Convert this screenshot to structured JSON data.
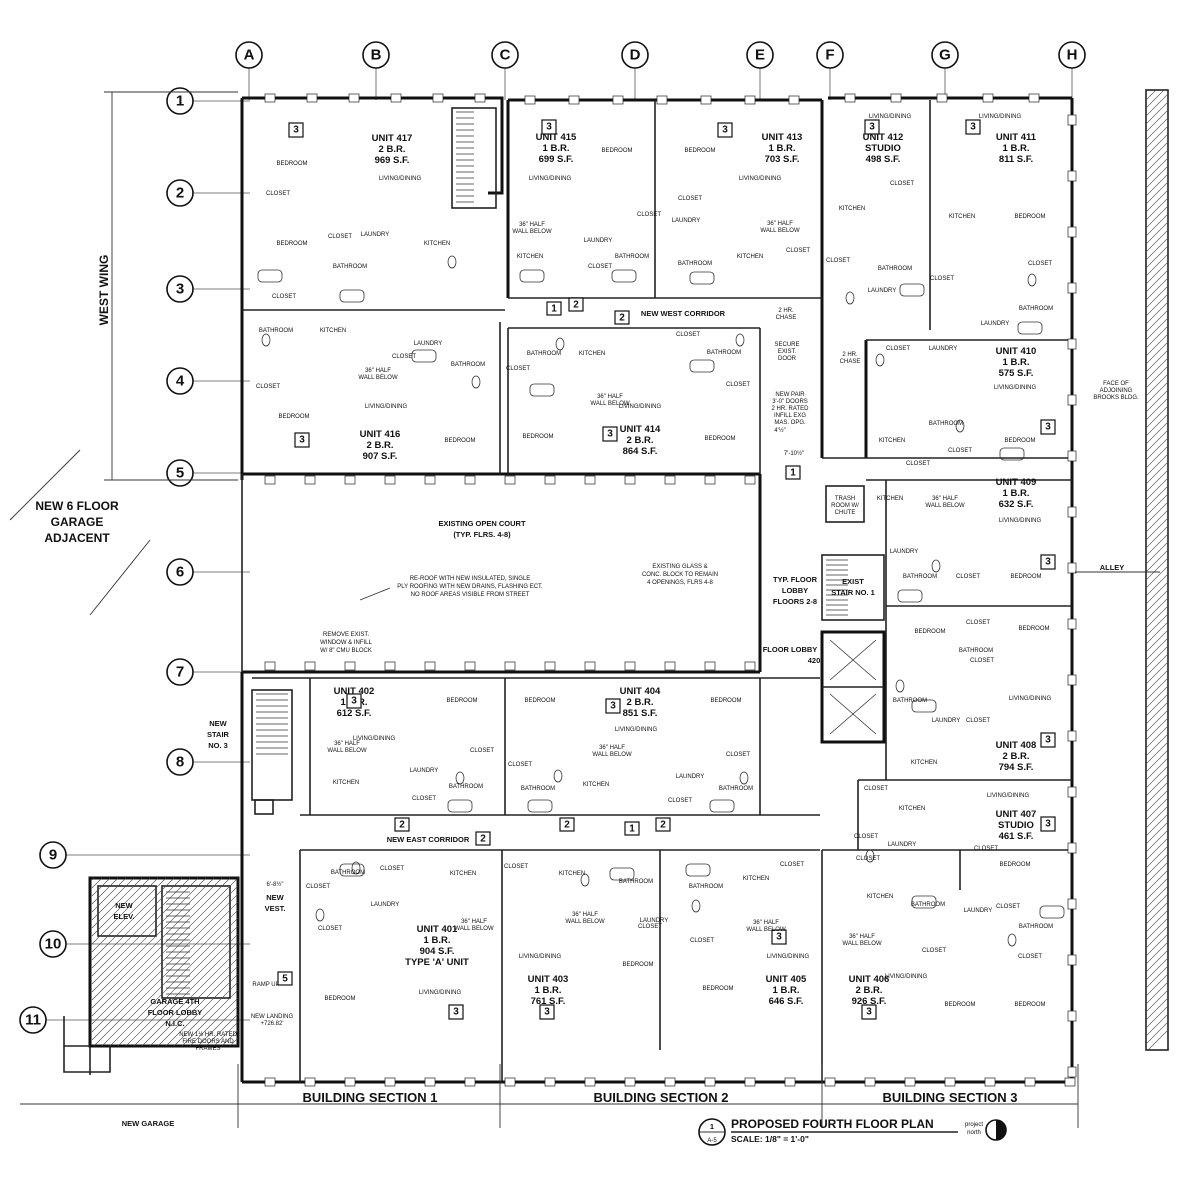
{
  "grid_columns": [
    "A",
    "B",
    "C",
    "D",
    "E",
    "F",
    "G",
    "H"
  ],
  "grid_rows": [
    "1",
    "2",
    "3",
    "4",
    "5",
    "6",
    "7",
    "8",
    "9",
    "10",
    "11"
  ],
  "units": [
    {
      "id": "417",
      "lines": [
        "UNIT 417",
        "2 B.R.",
        "969 S.F."
      ],
      "tag": "3"
    },
    {
      "id": "415",
      "lines": [
        "UNIT 415",
        "1 B.R.",
        "699 S.F."
      ],
      "tag": "3"
    },
    {
      "id": "413",
      "lines": [
        "UNIT 413",
        "1 B.R.",
        "703 S.F."
      ],
      "tag": "3"
    },
    {
      "id": "412",
      "lines": [
        "UNIT 412",
        "STUDIO",
        "498 S.F."
      ],
      "tag": "3"
    },
    {
      "id": "411",
      "lines": [
        "UNIT 411",
        "1 B.R.",
        "811 S.F."
      ],
      "tag": "3"
    },
    {
      "id": "416",
      "lines": [
        "UNIT 416",
        "2 B.R.",
        "907 S.F."
      ],
      "tag": "3"
    },
    {
      "id": "414",
      "lines": [
        "UNIT 414",
        "2 B.R.",
        "864 S.F."
      ],
      "tag": "3"
    },
    {
      "id": "410",
      "lines": [
        "UNIT 410",
        "1 B.R.",
        "575 S.F."
      ],
      "tag": "3"
    },
    {
      "id": "409",
      "lines": [
        "UNIT 409",
        "1 B.R.",
        "632 S.F."
      ],
      "tag": "3"
    },
    {
      "id": "402",
      "lines": [
        "UNIT 402",
        "1 B.R.",
        "612 S.F."
      ],
      "tag": "3"
    },
    {
      "id": "404",
      "lines": [
        "UNIT 404",
        "2 B.R.",
        "851 S.F."
      ],
      "tag": "3"
    },
    {
      "id": "408",
      "lines": [
        "UNIT 408",
        "2 B.R.",
        "794 S.F."
      ],
      "tag": "3"
    },
    {
      "id": "407",
      "lines": [
        "UNIT 407",
        "STUDIO",
        "461 S.F."
      ],
      "tag": "3"
    },
    {
      "id": "401",
      "lines": [
        "UNIT 401",
        "1 B.R.",
        "904 S.F.",
        "TYPE 'A' UNIT"
      ],
      "tag": "3"
    },
    {
      "id": "403",
      "lines": [
        "UNIT 403",
        "1 B.R.",
        "761 S.F."
      ],
      "tag": "3"
    },
    {
      "id": "405",
      "lines": [
        "UNIT 405",
        "1 B.R.",
        "646 S.F."
      ],
      "tag": "3"
    },
    {
      "id": "406",
      "lines": [
        "UNIT 406",
        "2 B.R.",
        "926 S.F."
      ],
      "tag": "3"
    }
  ],
  "room_labels": {
    "bedroom": "BEDROOM",
    "kitchen": "KITCHEN",
    "bathroom": "BATHROOM",
    "closet": "CLOSET",
    "laundry": "LAUNDRY",
    "living": "LIVING/DINING",
    "half_wall": [
      "36\" HALF",
      "WALL BELOW"
    ]
  },
  "labels": {
    "west_wing": "WEST WING",
    "garage_adjacent": [
      "NEW 6 FLOOR",
      "GARAGE",
      "ADJACENT"
    ],
    "open_court": [
      "EXISTING OPEN COURT",
      "(TYP. FLRS. 4-8)"
    ],
    "reroof": [
      "RE-ROOF WITH NEW INSULATED, SINGLE",
      "PLY ROOFING WITH NEW DRAINS, FLASHING ECT.",
      "NO ROOF AREAS VISIBLE FROM STREET"
    ],
    "existing_glass": [
      "EXISTING GLASS &",
      "CONC. BLOCK TO REMAIN",
      "4 OPENINGS, FLRS 4-8"
    ],
    "remove_window": [
      "REMOVE EXIST.",
      "WINDOW & INFILL",
      "W/ 8\" CMU BLOCK"
    ],
    "new_west_corridor": "NEW WEST CORRIDOR",
    "new_east_corridor": "NEW EAST CORRIDOR",
    "typ_lobby": [
      "TYP. FLOOR",
      "LOBBY",
      "FLOORS 2-8"
    ],
    "exist_stair": [
      "EXIST",
      "STAIR NO. 1"
    ],
    "floor_lobby": [
      "FLOOR LOBBY",
      "420"
    ],
    "trash_room": [
      "TRASH",
      "ROOM W/",
      "CHUTE"
    ],
    "new_stair": [
      "NEW",
      "STAIR",
      "NO. 3"
    ],
    "new_vest": [
      "NEW",
      "VEST."
    ],
    "new_elev": [
      "NEW",
      "ELEV."
    ],
    "garage_lobby": [
      "GARAGE 4TH",
      "FLOOR LOBBY",
      "N.I.C."
    ],
    "rated_doors": [
      "NEW 1½ HR. RATED",
      "FIRE DOORS AND",
      "FRAMES"
    ],
    "new_landing": [
      "NEW LANDING",
      "+726.82'"
    ],
    "ramp_up": "RAMP UP",
    "alley": "ALLEY",
    "face_of_building": [
      "FACE OF",
      "ADJOINING",
      "BROOKS BLDG."
    ],
    "secure_exist_door": [
      "SECURE",
      "EXIST.",
      "DOOR"
    ],
    "new_pair_doors": [
      "NEW PAIR",
      "3'-0\" DOORS",
      "2 HR. RATED",
      "INFILL EXG",
      "MAS. OPG."
    ],
    "two_hr_chase": [
      "2 HR.",
      "CHASE"
    ],
    "dim_top": "4'½\"",
    "dim_mid": "7'-10½\"",
    "dim_vest": "6'-8½\"",
    "new_garage": "NEW GARAGE"
  },
  "sections": [
    "BUILDING SECTION 1",
    "BUILDING SECTION 2",
    "BUILDING SECTION 3"
  ],
  "title": {
    "number": "1",
    "sheet": "A-5",
    "main": "PROPOSED FOURTH FLOOR PLAN",
    "scale": "SCALE: 1/8\" = 1'-0\"",
    "north": [
      "project",
      "north"
    ]
  },
  "corridor_tags": [
    "1",
    "2",
    "2",
    "1",
    "2",
    "2",
    "2",
    "1",
    "2",
    "5"
  ]
}
